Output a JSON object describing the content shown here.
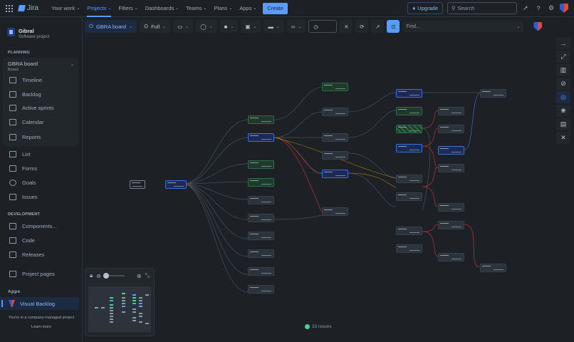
{
  "topnav": {
    "app_name": "Jira",
    "items": [
      {
        "label": "Your work"
      },
      {
        "label": "Projects",
        "active": true
      },
      {
        "label": "Filters"
      },
      {
        "label": "Dashboards"
      },
      {
        "label": "Teams"
      },
      {
        "label": "Plans"
      },
      {
        "label": "Apps"
      }
    ],
    "create_label": "Create",
    "upgrade_label": "Upgrade",
    "search_placeholder": "Search",
    "icons": [
      "notifications-icon",
      "help-icon",
      "settings-icon",
      "profile-avatar"
    ]
  },
  "sidebar": {
    "project_name": "Gibral",
    "project_type": "Software project",
    "planning_heading": "PLANNING",
    "board": {
      "name": "GBRA board",
      "type": "Board"
    },
    "board_items": [
      {
        "label": "Timeline",
        "icon": "timeline-icon"
      },
      {
        "label": "Backlog",
        "icon": "backlog-icon"
      },
      {
        "label": "Active sprints",
        "icon": "sprints-icon"
      },
      {
        "label": "Calendar",
        "icon": "calendar-icon"
      },
      {
        "label": "Reports",
        "icon": "reports-icon"
      }
    ],
    "items": [
      {
        "label": "List",
        "icon": "list-icon"
      },
      {
        "label": "Forms",
        "icon": "forms-icon"
      },
      {
        "label": "Goals",
        "icon": "goals-icon"
      },
      {
        "label": "Issues",
        "icon": "issues-icon"
      }
    ],
    "development_heading": "DEVELOPMENT",
    "dev_items": [
      {
        "label": "Components...",
        "icon": "components-icon"
      },
      {
        "label": "Code",
        "icon": "code-icon"
      },
      {
        "label": "Releases",
        "icon": "releases-icon"
      }
    ],
    "project_pages": "Project pages",
    "apps_heading": "Apps",
    "active_app": "Visual Backlog",
    "company_managed_note": "You're in a company-managed project",
    "learn_more": "Learn more"
  },
  "toolbar": {
    "board_selector": "GBRA board",
    "view_selector": "Full",
    "find_placeholder": "Find..."
  },
  "status": {
    "issues_count": "33 issues"
  },
  "colors": {
    "accent": "#579dff",
    "background": "#1d2125",
    "green_node": "#1f3a2a",
    "blue_node": "#1c2b55",
    "dependency_red": "#c9372c"
  }
}
